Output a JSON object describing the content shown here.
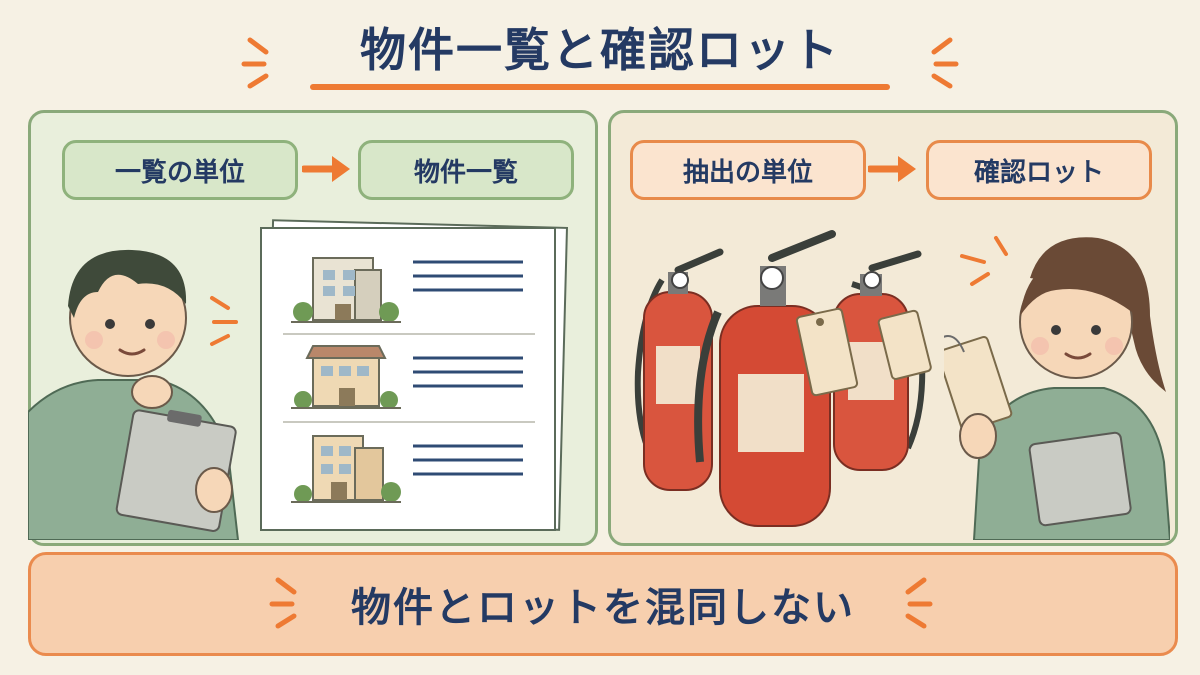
{
  "title": "物件一覧と確認ロット",
  "left_panel": {
    "unit_label": "一覧の単位",
    "target_label": "物件一覧"
  },
  "right_panel": {
    "unit_label": "抽出の単位",
    "target_label": "確認ロット"
  },
  "footer": {
    "message": "物件とロットを混同しない"
  },
  "colors": {
    "accent": "#ee7a33",
    "navy_text": "#243a63",
    "green_border": "#8fb27c",
    "orange_border": "#e88a4a"
  }
}
